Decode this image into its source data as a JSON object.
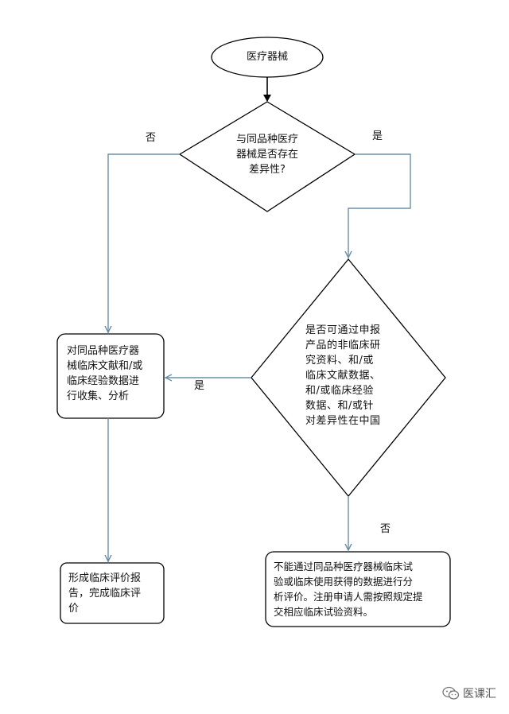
{
  "diagram": {
    "start": "医疗器械",
    "decision1": "与同品种医疗\n器械是否存在\n差异性?",
    "decision2": "是否可通过申报\n产品的非临床研\n究资料、和/或\n临床文献数据、\n和/或临床经验\n数据、和/或针\n对差异性在中国",
    "process_left": "对同品种医疗器\n械临床文献和/或\n临床经验数据进\n行收集、分析",
    "process_result": "形成临床评价报\n告，完成临床评\n价",
    "process_right": "不能通过同品种医疗器械临床试\n验或临床使用获得的数据进行分\n析评价。注册申请人需按照规定提\n交相应临床试验资料。",
    "labels": {
      "no_left": "否",
      "yes_right": "是",
      "yes_left": "是",
      "no_bottom": "否"
    }
  },
  "watermark": {
    "text": "医课汇",
    "icon": "wechat-icon"
  },
  "colors": {
    "connector": "#6b8fa6",
    "shape_stroke": "#000000"
  }
}
